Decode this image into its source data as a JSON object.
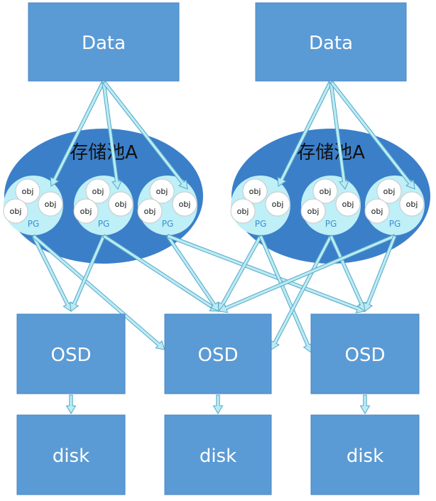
{
  "data_nodes": [
    {
      "label": "Data"
    },
    {
      "label": "Data"
    }
  ],
  "pools": [
    {
      "label": "存储池A"
    },
    {
      "label": "存储池A"
    }
  ],
  "pg_label": "PG",
  "obj_label": "obj",
  "osd_nodes": [
    {
      "label": "OSD"
    },
    {
      "label": "OSD"
    },
    {
      "label": "OSD"
    }
  ],
  "disk_nodes": [
    {
      "label": "disk"
    },
    {
      "label": "disk"
    },
    {
      "label": "disk"
    }
  ],
  "colors": {
    "box_fill": "#5b9bd5",
    "box_stroke": "#4a86c0",
    "pool_fill": "#3b7fc9",
    "pg_fill": "#bfeff7",
    "obj_fill": "#ffffff",
    "arrow_fill": "#bdeaf2",
    "arrow_stroke": "#4fa8c9"
  }
}
